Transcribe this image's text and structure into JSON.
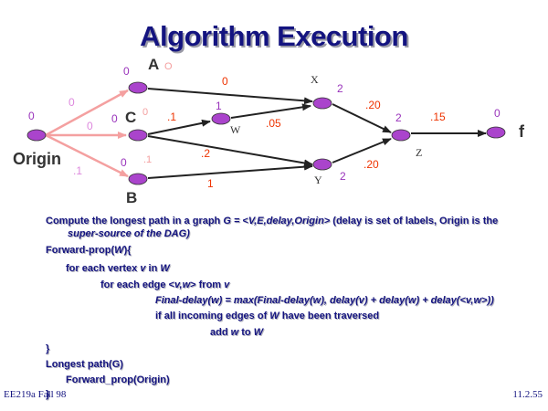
{
  "title": "Algorithm Execution",
  "graph": {
    "nodes": {
      "A": {
        "label": "A",
        "sublabel": "O",
        "value": "0"
      },
      "C": {
        "label": "C",
        "sublabel": "0",
        "value": "0"
      },
      "B": {
        "label": "B",
        "sublabel": ".1",
        "value": "0"
      },
      "Origin": {
        "label": "Origin",
        "value": "0"
      },
      "W": {
        "label": "W",
        "value": "1"
      },
      "X": {
        "label": "X",
        "value": "2"
      },
      "Y": {
        "label": "Y",
        "value": "2"
      },
      "Z": {
        "label": "Z",
        "value": "2"
      },
      "f": {
        "label": "f",
        "value": "0"
      }
    },
    "edges": {
      "origin_a": "0",
      "origin_c": "0",
      "origin_b": ".1",
      "a_x": "0",
      "c_w": ".1",
      "c_y": ".2",
      "w_x": ".05",
      "b_y": "1",
      "x_z": ".20",
      "y_z": ".20",
      "z_f": ".15"
    }
  },
  "algorithm": {
    "line1a": "Compute the longest path in a graph ",
    "line1b": "G = <V,E,delay,Origin>",
    "line1c": " (delay is set of labels, Origin is the",
    "line2": "super-source of the DAG)",
    "line3a": "Forward-prop(",
    "line3b": "W",
    "line3c": "){",
    "line4a": "for each vertex ",
    "line4b": "v",
    "line4c": " in ",
    "line4d": "W",
    "line5a": "for each edge <",
    "line5b": "v,w",
    "line5c": "> from ",
    "line5d": "v",
    "line6": "Final-delay(w) = max(Final-delay(w), delay(v) + delay(w) + delay(<v,w>))",
    "line7a": "if all incoming edges of ",
    "line7b": "W",
    "line7c": " have been traversed",
    "line8a": "add ",
    "line8b": "w",
    "line8c": " to ",
    "line8d": "W",
    "line9": "}",
    "line10": "Longest path(G)",
    "line11": "Forward_prop(Origin)",
    "line12": "}"
  },
  "footer": {
    "left": "EE219a Fall 98",
    "right": "11.2.55"
  },
  "colors": {
    "node_fill": "#aa44cc",
    "pink_edge": "#f4a0a0",
    "dark_edge": "#222222",
    "purple_text": "#9933bb",
    "red_text": "#ee3300",
    "navy_text": "#141480"
  }
}
